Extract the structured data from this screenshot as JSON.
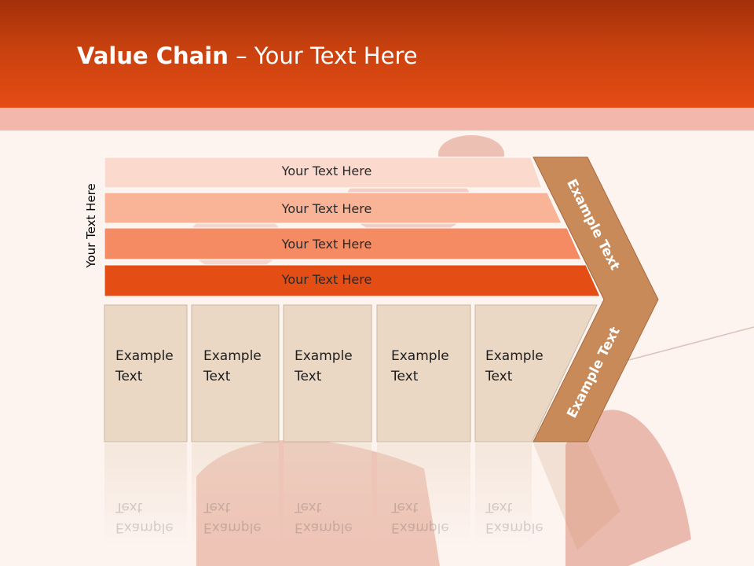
{
  "title": {
    "bold": "Value Chain",
    "rest": " – Your Text Here"
  },
  "side_label": "Your Text Here",
  "bars": [
    {
      "label": "Your Text Here",
      "color": "#fcd9cd"
    },
    {
      "label": "Your Text Here",
      "color": "#f9b497"
    },
    {
      "label": "Your Text Here",
      "color": "#f58b63"
    },
    {
      "label": "Your Text Here",
      "color": "#e44d14"
    }
  ],
  "cells": [
    {
      "line1": "Example",
      "line2": "Text"
    },
    {
      "line1": "Example",
      "line2": "Text"
    },
    {
      "line1": "Example",
      "line2": "Text"
    },
    {
      "line1": "Example",
      "line2": "Text"
    },
    {
      "line1": "Example",
      "line2": "Text"
    }
  ],
  "arrow": {
    "upper": "Example Text",
    "lower": "Example Text",
    "color": "#c98a5a"
  },
  "colors": {
    "header": "#e64c14",
    "cell": "#ead8c4",
    "background": "#fdf3ef"
  }
}
